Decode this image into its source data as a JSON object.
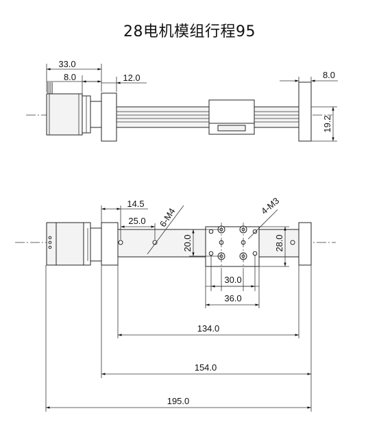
{
  "title": "28电机模组行程95",
  "top_view": {
    "dims": {
      "d33": "33.0",
      "d8_left": "8.0",
      "d12": "12.0",
      "d8_right": "8.0",
      "d19_2": "19.2"
    }
  },
  "front_view": {
    "dims": {
      "d14_5": "14.5",
      "d25": "25.0",
      "m4": "6-M4",
      "m3": "4-M3",
      "d20": "20.0",
      "d28": "28.0",
      "d30": "30.0",
      "d36": "36.0",
      "d134": "134.0",
      "d154": "154.0",
      "d195": "195.0"
    }
  }
}
